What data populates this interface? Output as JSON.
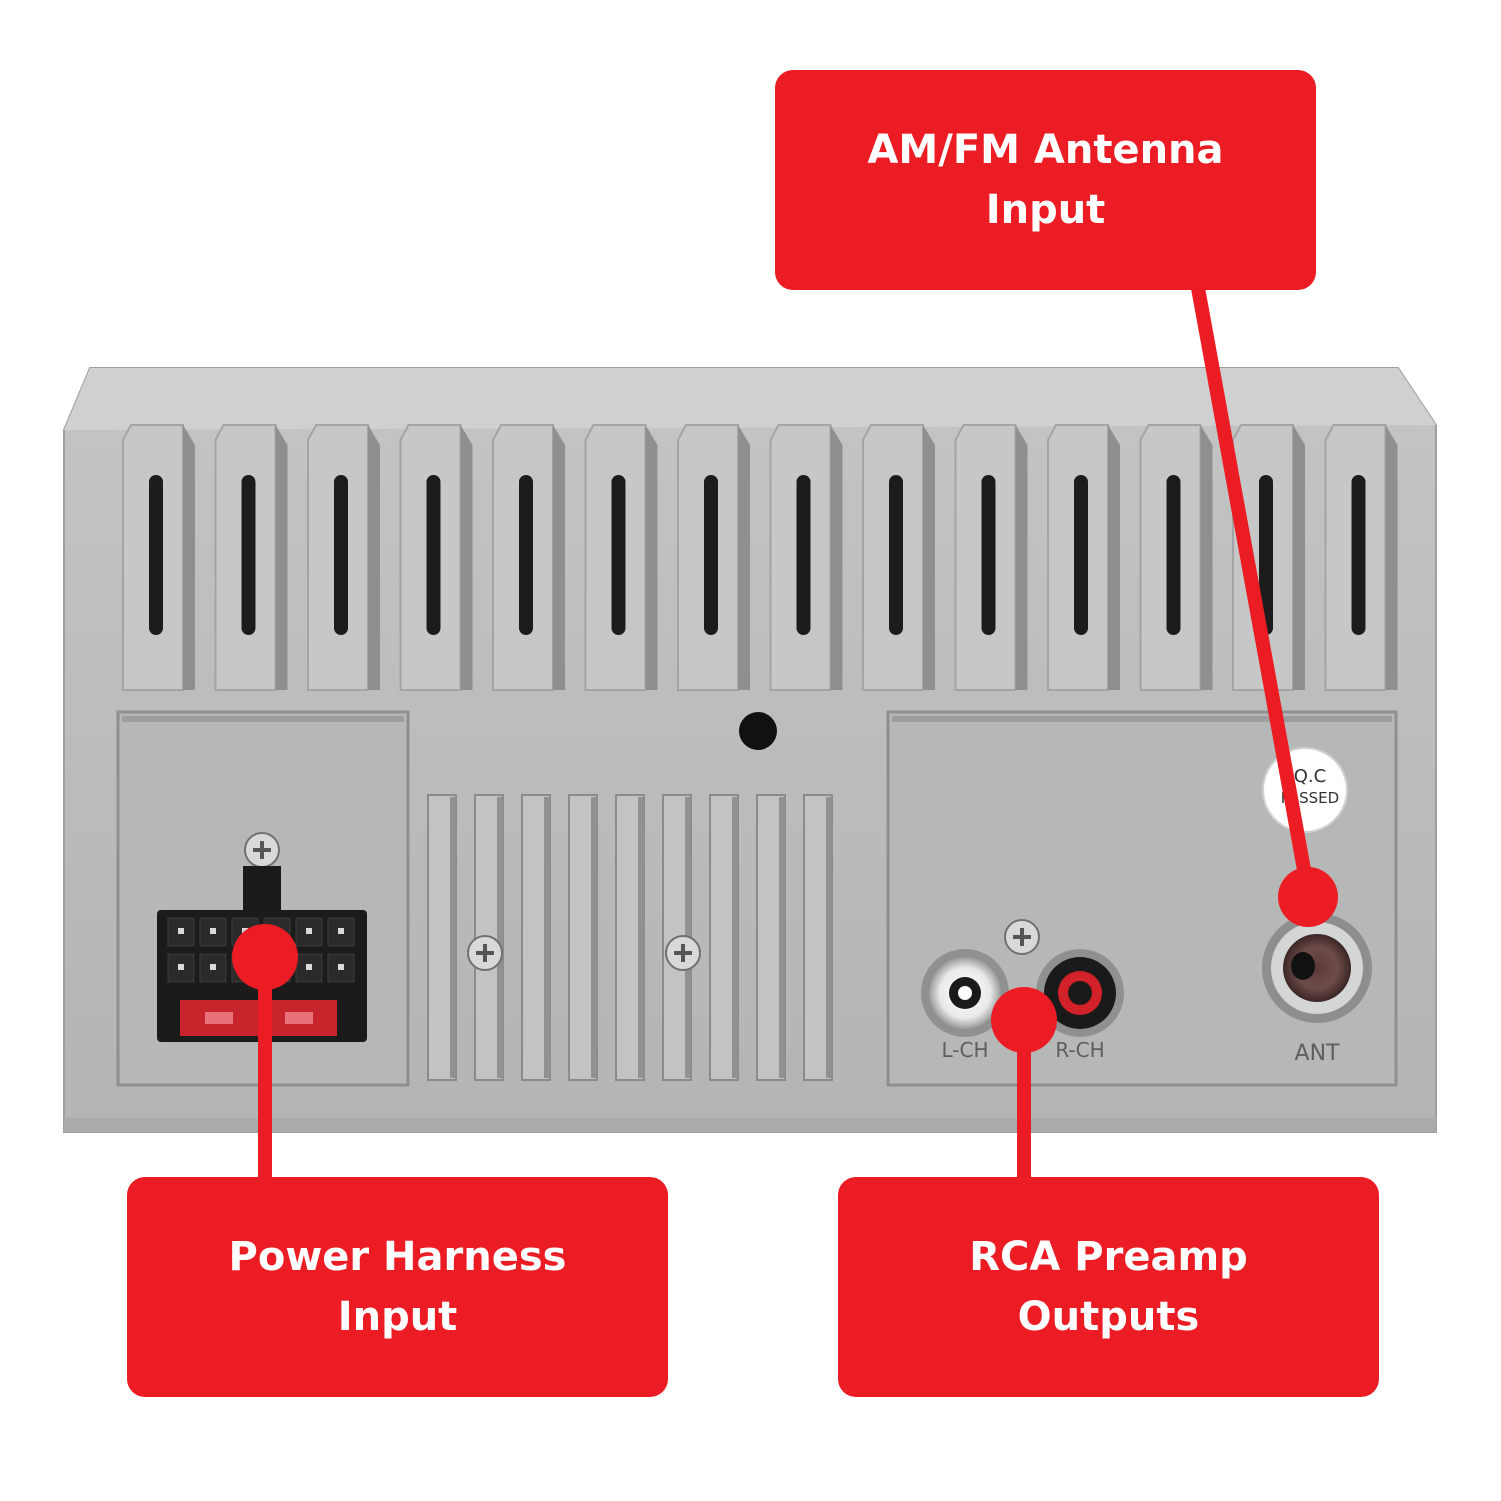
{
  "callouts": {
    "antenna": {
      "line1": "AM/FM Antenna",
      "line2": "Input"
    },
    "power": {
      "line1": "Power Harness",
      "line2": "Input"
    },
    "rca": {
      "line1": "RCA Preamp",
      "line2": "Outputs"
    }
  },
  "panel_labels": {
    "left_channel": "L-CH",
    "right_channel": "R-CH",
    "antenna_port": "ANT",
    "qc_sticker_line1": "Q.C",
    "qc_sticker_line2": "PASSED"
  },
  "colors": {
    "callout_red": "#ec1c24",
    "chassis_gray": "#b9bbba",
    "chassis_dark": "#7e807f",
    "connector_black": "#1b1b1b",
    "fuse_red": "#c8242b"
  }
}
